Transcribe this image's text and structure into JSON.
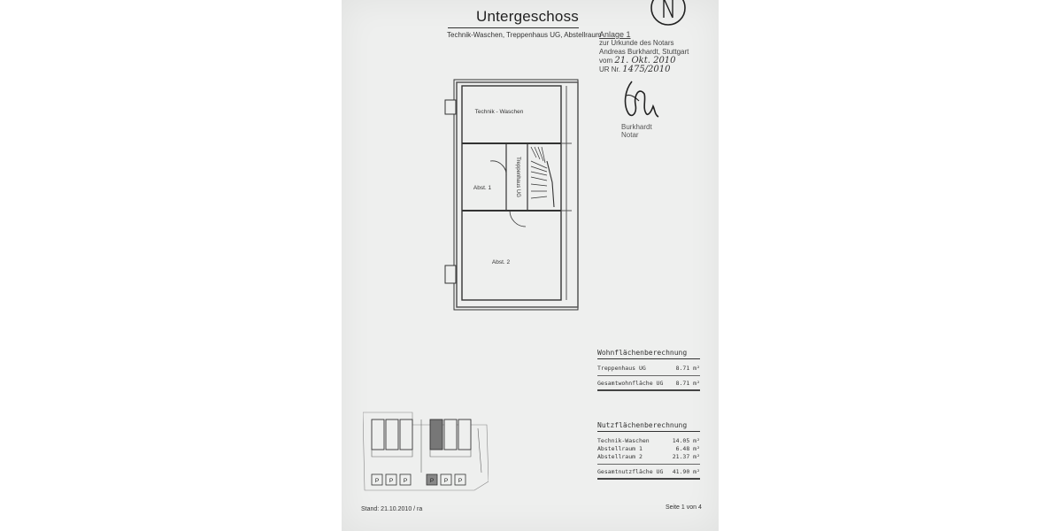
{
  "header": {
    "title": "Untergeschoss",
    "subtitle": "Technik-Waschen, Treppenhaus UG, Abstellraum"
  },
  "stamp": {
    "title": "Anlage 1",
    "line1": "zur Urkunde des Notars",
    "line2": "Andreas Burkhardt, Stuttgart",
    "line3_prefix": "vom",
    "date": "21. Okt. 2010",
    "ur_prefix": "UR Nr.",
    "ur_number": "1475/2010",
    "notary_name": "Burkhardt",
    "notary_role": "Notar"
  },
  "plan": {
    "rooms": {
      "technik": "Technik - Waschen",
      "abst1": "Abst. 1",
      "treppenhaus": "Treppenhaus UG",
      "abst2": "Abst. 2"
    }
  },
  "wohnflaeche": {
    "title": "Wohnflächenberechnung",
    "rows": [
      {
        "label": "Treppenhaus UG",
        "value": "8.71 m²"
      }
    ],
    "total": {
      "label": "Gesamtwohnfläche UG",
      "value": "8.71 m²"
    }
  },
  "nutzflaeche": {
    "title": "Nutzflächenberechnung",
    "rows": [
      {
        "label": "Technik-Waschen",
        "value": "14.05 m²"
      },
      {
        "label": "Abstellraum 1",
        "value": "6.48 m²"
      },
      {
        "label": "Abstellraum 2",
        "value": "21.37 m²"
      }
    ],
    "total": {
      "label": "Gesamtnutzfläche UG",
      "value": "41.90 m²"
    }
  },
  "site_plan": {
    "parking_label": "P"
  },
  "footer": {
    "stand": "Stand: 21.10.2010 / ra",
    "page": "Seite 1 von 4"
  }
}
